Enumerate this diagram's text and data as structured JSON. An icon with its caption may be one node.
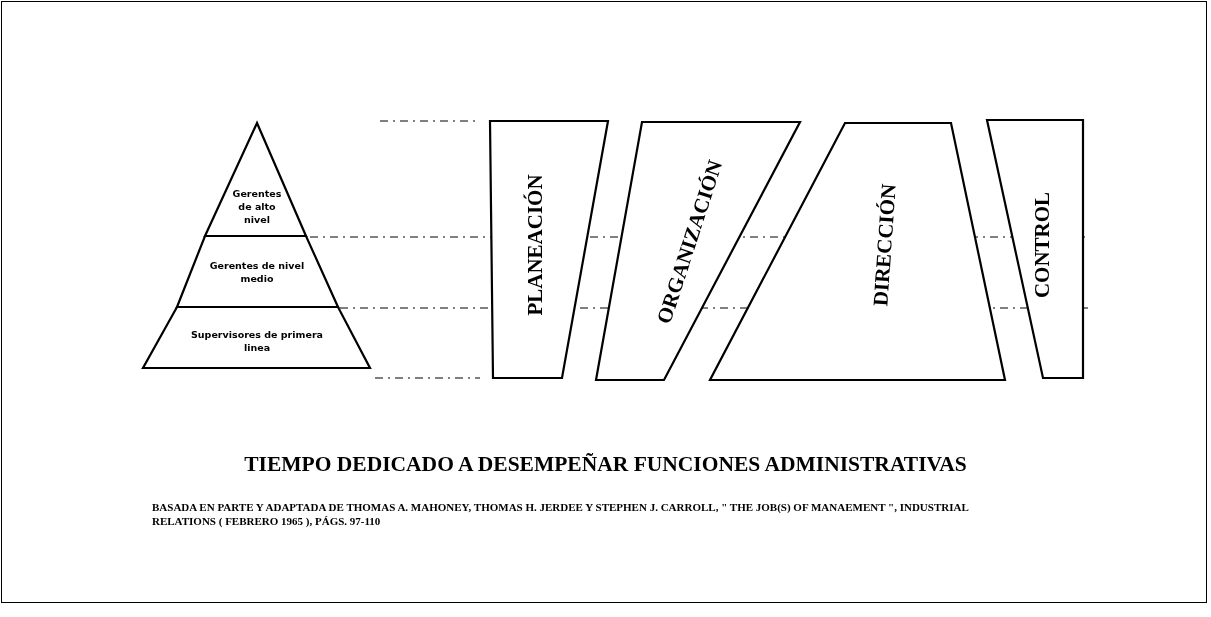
{
  "diagram": {
    "title": "TIEMPO DEDICADO A DESEMPEÑAR FUNCIONES ADMINISTRATIVAS",
    "caption": "BASADA EN PARTE Y ADAPTADA DE THOMAS A. MAHONEY, THOMAS H. JERDEE Y STEPHEN J. CARROLL, \" THE JOB(S) OF MANAEMENT \", INDUSTRIAL RELATIONS ( FEBRERO 1965 ), PÁGS. 97-110",
    "nodes": [
      {
        "text": [
          "Gerentes de alto nivel"
        ]
      },
      {
        "text": [
          "Gerentes de nivel medio"
        ]
      },
      {
        "text": [
          "Supervisores de primera linea"
        ]
      },
      {
        "text": [
          "PLANEACIÓN"
        ]
      },
      {
        "text": [
          "ORGANIZACIÓN"
        ]
      },
      {
        "text": [
          "DIRECCIÓN"
        ]
      },
      {
        "text": [
          "CONTROL"
        ]
      }
    ]
  }
}
